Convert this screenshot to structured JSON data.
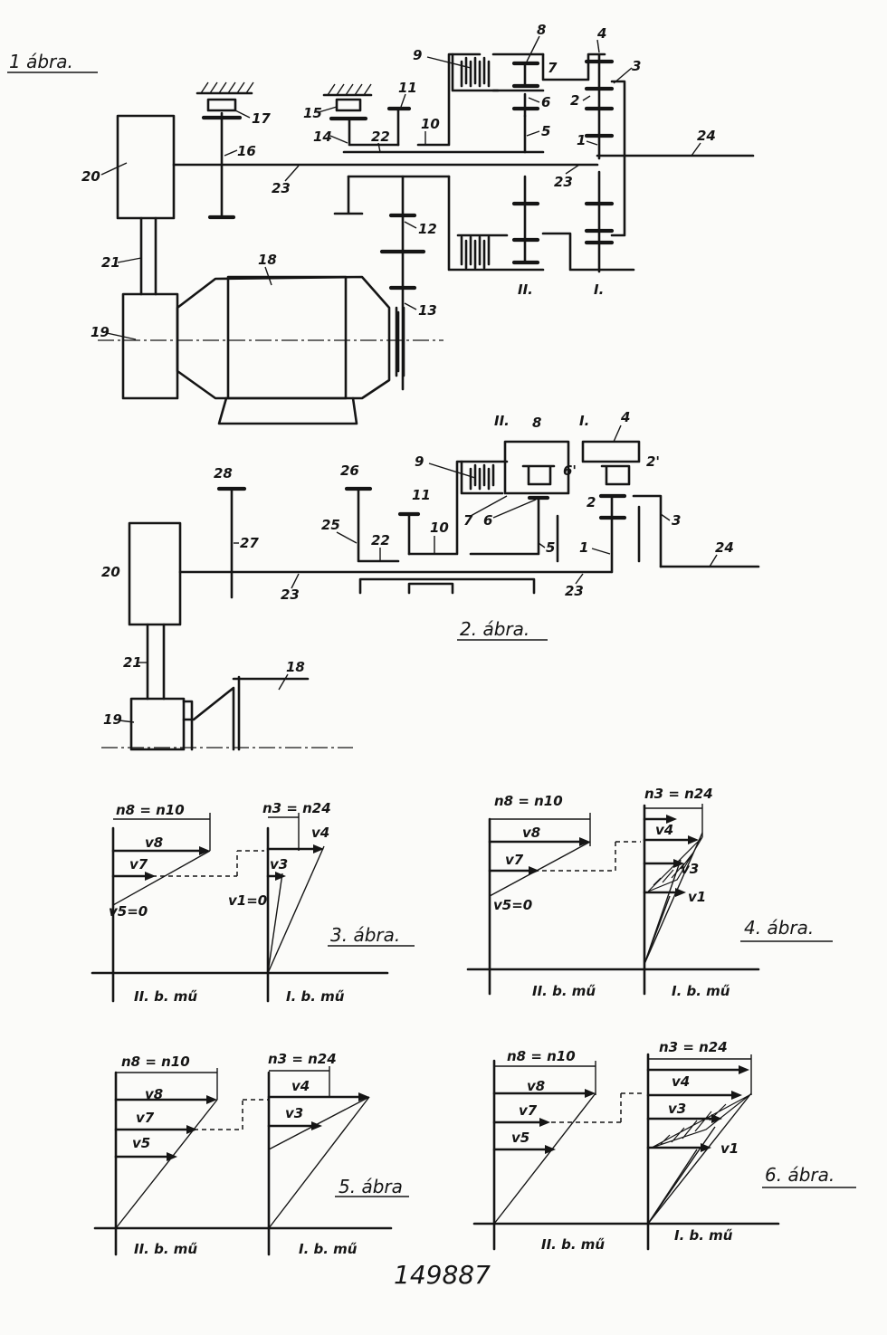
{
  "patent_number": "149887",
  "figures": {
    "fig1": {
      "caption": "1 ábra.",
      "roman_ii": "II.",
      "roman_i": "I.",
      "labels": {
        "l1": "1",
        "l2": "2",
        "l3": "3",
        "l4": "4",
        "l5": "5",
        "l6": "6",
        "l7": "7",
        "l8": "8",
        "l9": "9",
        "l10": "10",
        "l11": "11",
        "l12": "12",
        "l13": "13",
        "l14": "14",
        "l15": "15",
        "l16": "16",
        "l17": "17",
        "l18": "18",
        "l19": "19",
        "l20": "20",
        "l21": "21",
        "l22": "22",
        "l23": "23",
        "l24": "24"
      }
    },
    "fig2": {
      "caption": "2. ábra.",
      "roman_ii": "II.",
      "roman_i": "I.",
      "labels": {
        "l1": "1",
        "l2": "2",
        "l2p": "2'",
        "l3": "3",
        "l4": "4",
        "l5": "5",
        "l6": "6",
        "l6p": "6'",
        "l7": "7",
        "l8": "8",
        "l9": "9",
        "l10": "10",
        "l11": "11",
        "l18": "18",
        "l19": "19",
        "l20": "20",
        "l21": "21",
        "l22": "22",
        "l23": "23",
        "l24": "24",
        "l25": "25",
        "l26": "26",
        "l27": "27",
        "l28": "28"
      }
    },
    "fig3": {
      "caption": "3. ábra.",
      "axis_ii": "II. b. mű",
      "axis_i": "I. b. mű",
      "n_left": "n8 = n10",
      "n_right": "n3 = n24",
      "v8": "v8",
      "v7": "v7",
      "v5": "v5=0",
      "v4": "v4",
      "v3": "v3",
      "v1": "v1=0"
    },
    "fig4": {
      "caption": "4. ábra.",
      "axis_ii": "II. b. mű",
      "axis_i": "I. b. mű",
      "n_left": "n8 = n10",
      "n_right": "n3 = n24",
      "v8": "v8",
      "v7": "v7",
      "v5": "v5=0",
      "v4": "v4",
      "v3": "v3",
      "v1": "v1"
    },
    "fig5": {
      "caption": "5. ábra",
      "axis_ii": "II. b. mű",
      "axis_i": "I. b. mű",
      "n_left": "n8 = n10",
      "n_right": "n3 = n24",
      "v8": "v8",
      "v7": "v7",
      "v5": "v5",
      "v4": "v4",
      "v3": "v3"
    },
    "fig6": {
      "caption": "6. ábra.",
      "axis_ii": "II. b. mű",
      "axis_i": "I. b. mű",
      "n_left": "n8 = n10",
      "n_right": "n3 = n24",
      "v8": "v8",
      "v7": "v7",
      "v5": "v5",
      "v4": "v4",
      "v3": "v3",
      "v1": "v1"
    }
  }
}
